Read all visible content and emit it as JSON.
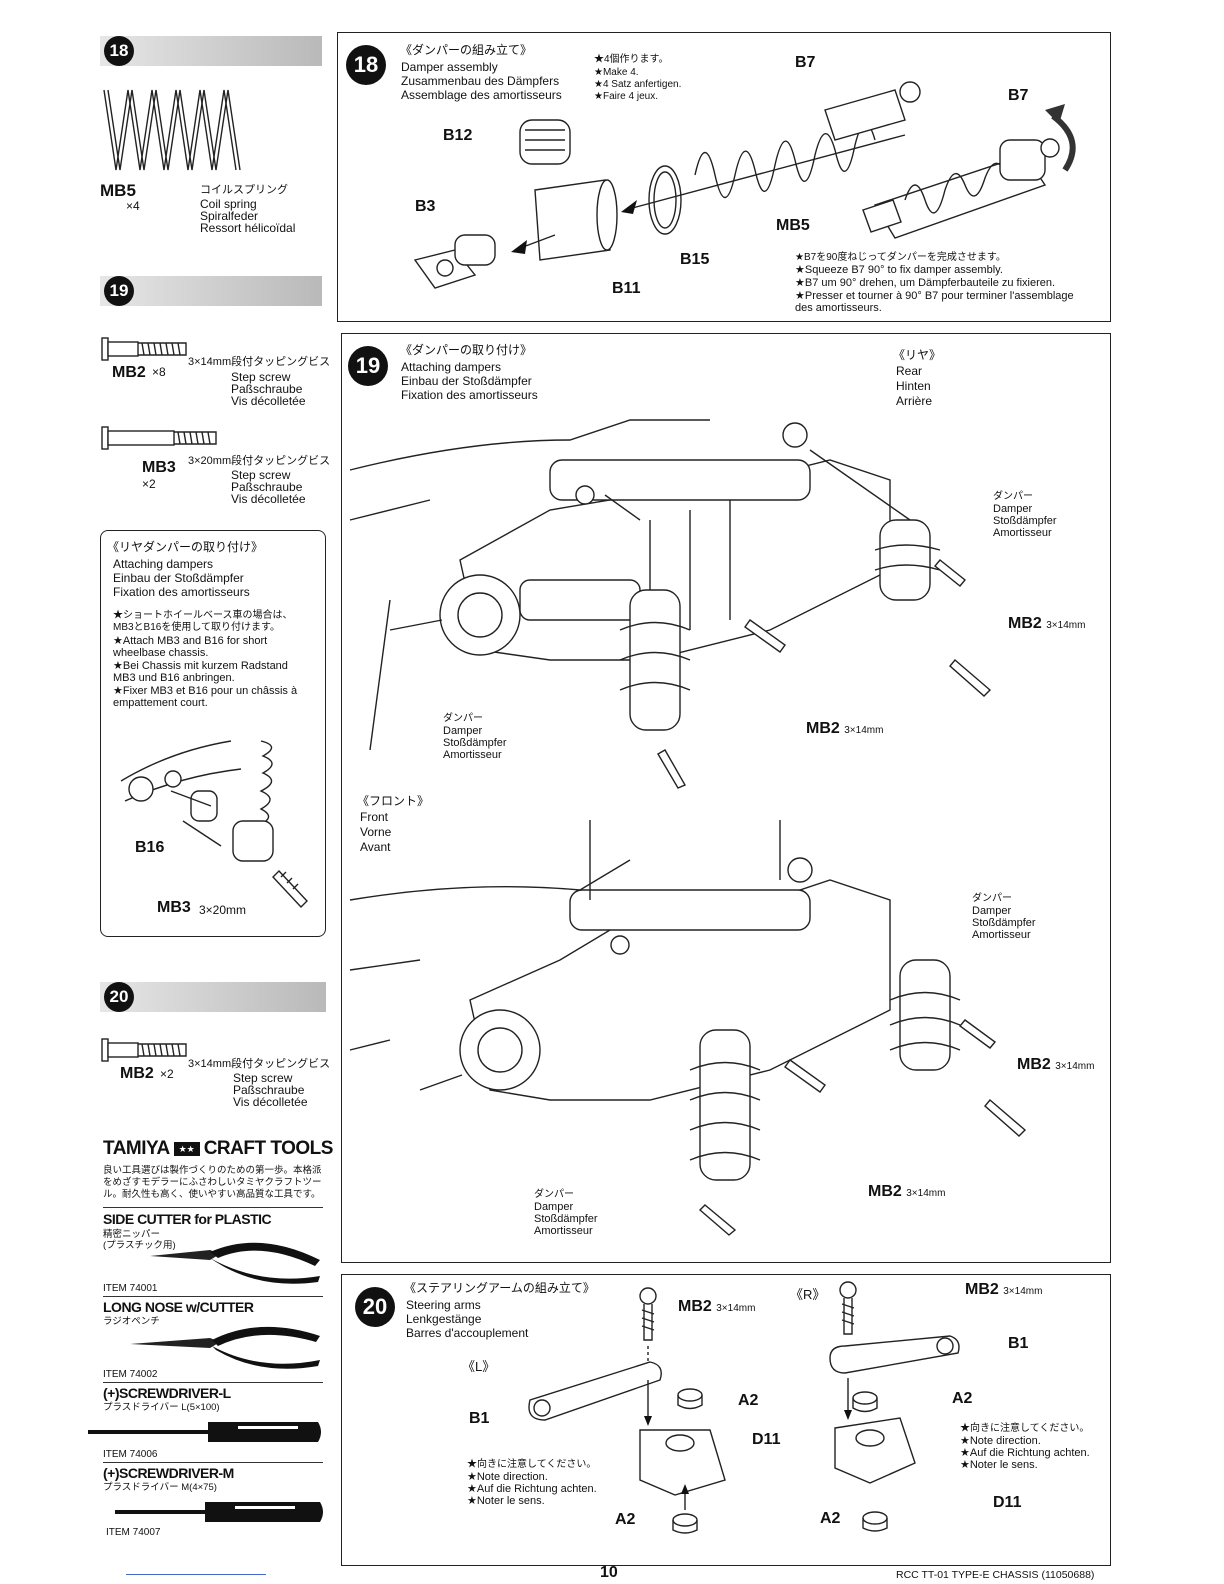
{
  "left": {
    "s18": {
      "num": "18",
      "part": "MB5",
      "qty": "×4",
      "jp": "コイルスプリング",
      "en": "Coil spring",
      "de": "Spiralfeder",
      "fr": "Ressort hélicoïdal"
    },
    "s19": {
      "num": "19",
      "mb2": {
        "part": "MB2",
        "qty": "×8",
        "jp": "3×14mm段付タッピングビス",
        "en": "Step screw",
        "de": "Paßschraube",
        "fr": "Vis décolletée"
      },
      "mb3": {
        "part": "MB3",
        "qty": "×2",
        "jp": "3×20mm段付タッピングビス",
        "en": "Step screw",
        "de": "Paßschraube",
        "fr": "Vis décolletée"
      }
    },
    "rear_box": {
      "jp": "《リヤダンパーの取り付け》",
      "en": "Attaching dampers",
      "de": "Einbau der Stoßdämpfer",
      "fr": "Fixation des amortisseurs",
      "note_jp1": "★ショートホイールベース車の場合は、",
      "note_jp2": "MB3とB16を使用して取り付けます。",
      "note_en1": "★Attach MB3 and B16 for short",
      "note_en2": "wheelbase chassis.",
      "note_de1": "★Bei Chassis mit kurzem Radstand",
      "note_de2": "MB3 und B16 anbringen.",
      "note_fr1": "★Fixer MB3 et B16 pour un châssis à",
      "note_fr2": "empattement court.",
      "b16": "B16",
      "mb3": "MB3",
      "mb3_size": "3×20mm"
    },
    "s20": {
      "num": "20",
      "part": "MB2",
      "qty": "×2",
      "jp": "3×14mm段付タッピングビス",
      "en": "Step screw",
      "de": "Paßschraube",
      "fr": "Vis décolletée"
    },
    "tools": {
      "brand": "TAMIYA",
      "brand2": "CRAFT TOOLS",
      "desc1": "良い工具選びは製作づくりのための第一歩。本格派",
      "desc2": "をめざすモデラーにふさわしいタミヤクラフトツー",
      "desc3": "ル。耐久性も高く、使いやすい高品質な工具です。",
      "items": [
        {
          "title": "SIDE CUTTER for PLASTIC",
          "jp": "精密ニッパー",
          "jp2": "(プラスチック用)",
          "item": "ITEM 74001"
        },
        {
          "title": "LONG NOSE w/CUTTER",
          "jp": "ラジオペンチ",
          "jp2": "",
          "item": "ITEM 74002"
        },
        {
          "title": "(+)SCREWDRIVER-L",
          "jp": "プラスドライバー L(5×100)",
          "jp2": "",
          "item": "ITEM 74006"
        },
        {
          "title": "(+)SCREWDRIVER-M",
          "jp": "プラスドライバー M(4×75)",
          "jp2": "",
          "item": "ITEM 74007"
        }
      ]
    }
  },
  "p18": {
    "num": "18",
    "jp": "《ダンパーの組み立て》",
    "en": "Damper assembly",
    "de": "Zusammenbau des Dämpfers",
    "fr": "Assemblage des amortisseurs",
    "make_jp": "★4個作ります。",
    "make_en": "★Make 4.",
    "make_de": "★4 Satz anfertigen.",
    "make_fr": "★Faire 4 jeux.",
    "labels": {
      "b7a": "B7",
      "b7b": "B7",
      "b12": "B12",
      "b3": "B3",
      "b11": "B11",
      "b15": "B15",
      "mb5": "MB5"
    },
    "note_jp": "★B7を90度ねじってダンパーを完成させます。",
    "note_en": "★Squeeze B7 90° to fix damper assembly.",
    "note_de": "★B7 um 90° drehen, um Dämpferbauteile zu fixieren.",
    "note_fr1": "★Presser et tourner à 90° B7 pour terminer l'assemblage",
    "note_fr2": "des amortisseurs."
  },
  "p19": {
    "num": "19",
    "jp": "《ダンパーの取り付け》",
    "en": "Attaching dampers",
    "de": "Einbau der Stoßdämpfer",
    "fr": "Fixation des amortisseurs",
    "rear": {
      "jp": "《リヤ》",
      "en": "Rear",
      "de": "Hinten",
      "fr": "Arrière"
    },
    "front": {
      "jp": "《フロント》",
      "en": "Front",
      "de": "Vorne",
      "fr": "Avant"
    },
    "damper": {
      "jp": "ダンパー",
      "en": "Damper",
      "de": "Stoßdämpfer",
      "fr": "Amortisseur"
    },
    "mb2": "MB2",
    "size": "3×14mm"
  },
  "p20": {
    "num": "20",
    "jp": "《ステアリングアームの組み立て》",
    "en": "Steering arms",
    "de": "Lenkgestänge",
    "fr": "Barres d'accouplement",
    "left": "《L》",
    "right": "《R》",
    "mb2": "MB2",
    "size": "3×14mm",
    "b1": "B1",
    "a2": "A2",
    "d11": "D11",
    "note_jp": "★向きに注意してください。",
    "note_en": "★Note direction.",
    "note_de": "★Auf die Richtung achten.",
    "note_fr": "★Noter le sens."
  },
  "footer": {
    "page": "10",
    "model": "RCC TT-01 TYPE-E CHASSIS (11050688)"
  }
}
